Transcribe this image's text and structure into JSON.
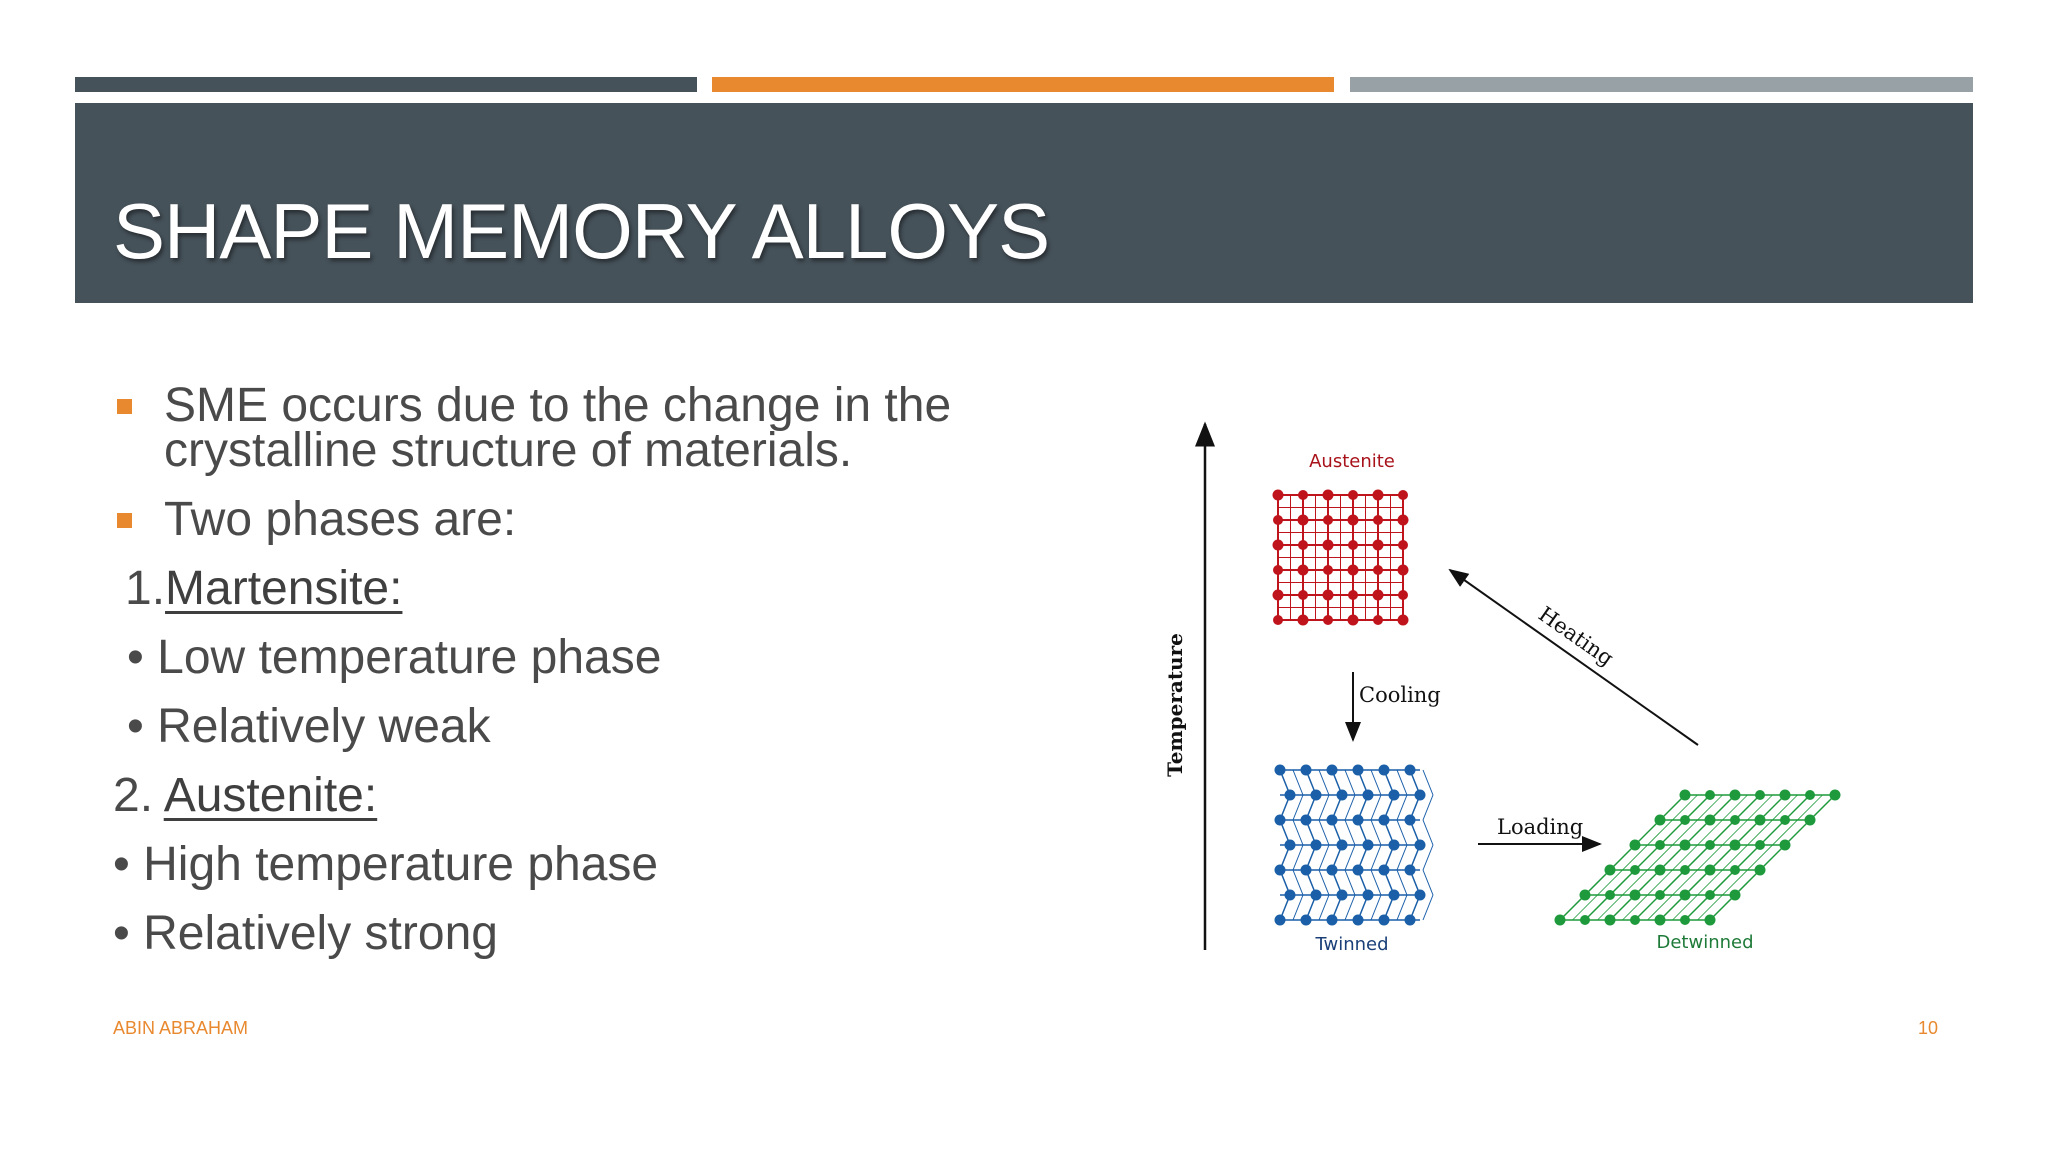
{
  "slide": {
    "title": "SHAPE MEMORY ALLOYS",
    "accent_colors": [
      "#46525a",
      "#e8892f",
      "#97a1a6"
    ]
  },
  "content": {
    "bullet1_line1": "SME occurs due to the change in the",
    "bullet1_line2": "crystalline structure of materials.",
    "bullet2": "Two phases are:",
    "phase1_number": "1.",
    "phase1_name": "Martensite:",
    "phase1_item1": "• Low temperature phase",
    "phase1_item2": "• Relatively weak",
    "phase2_number": "2. ",
    "phase2_name": "Austenite:",
    "phase2_item1": "• High temperature phase",
    "phase2_item2": "• Relatively strong"
  },
  "diagram": {
    "axis_label": "Temperature",
    "austenite_label": "Austenite",
    "cooling_label": "Cooling",
    "heating_label": "Heating",
    "loading_label": "Loading",
    "twinned_label": "Twinned",
    "detwinned_label": "Detwinned",
    "colors": {
      "austenite": "#c0141c",
      "twinned": "#1a5fa8",
      "detwinned": "#1e9a3c"
    }
  },
  "footer": {
    "author": "ABIN ABRAHAM",
    "page_number": "10"
  }
}
